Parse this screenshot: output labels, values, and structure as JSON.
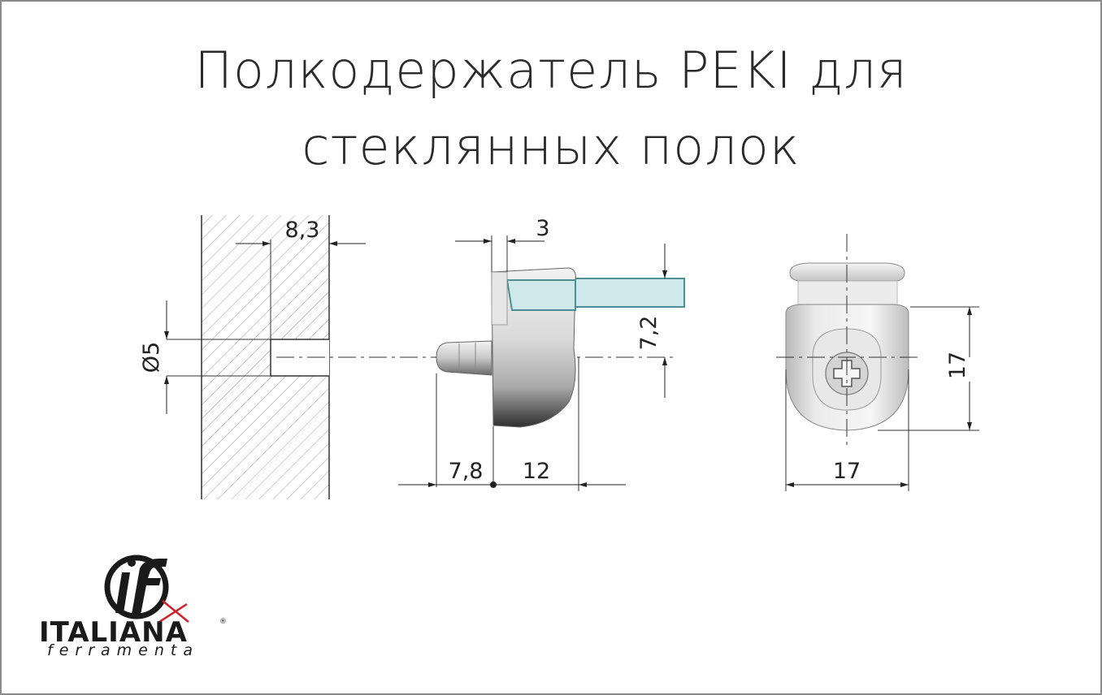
{
  "title": {
    "line1": "Полкодержатель PEKI для",
    "line2": "стеклянных полок"
  },
  "dimensions": {
    "hole_depth": "8,3",
    "lip_width": "3",
    "hole_diameter": "Ø5",
    "glass_thickness": "7,2",
    "pin_length": "7,8",
    "body_depth": "12",
    "body_height": "17",
    "body_width": "17"
  },
  "brand": {
    "name": "ITALIANA",
    "registered": "®",
    "sub": "ferramenta",
    "accent_color": "#d0202a"
  },
  "colors": {
    "glass": "#cfe8ea",
    "glass_edge": "#4f8f94",
    "hatch": "#9a9a9a",
    "line": "#333333"
  }
}
